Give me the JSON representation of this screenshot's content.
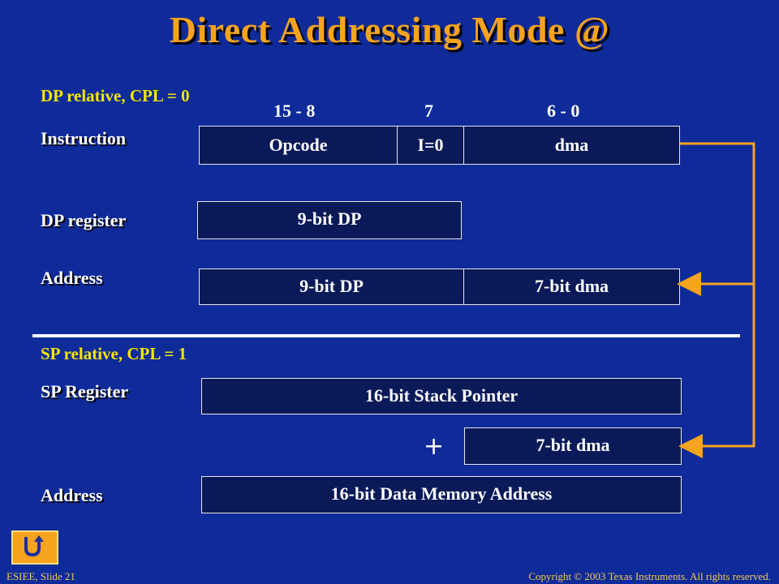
{
  "title": "Direct Addressing Mode @",
  "dp_section": {
    "heading": "DP relative, CPL = 0",
    "bit_ranges": [
      "15 - 8",
      "7",
      "6 - 0"
    ],
    "instruction": {
      "label": "Instruction",
      "fields": [
        "Opcode",
        "I=0",
        "dma"
      ]
    },
    "dp_register": {
      "label": "DP register",
      "field": "9-bit DP"
    },
    "address": {
      "label": "Address",
      "fields": [
        "9-bit DP",
        "7-bit dma"
      ]
    }
  },
  "sp_section": {
    "heading": "SP relative, CPL = 1",
    "sp_register": {
      "label": "SP Register",
      "field": "16-bit Stack Pointer"
    },
    "plus": "+",
    "dma_field": "7-bit dma",
    "address": {
      "label": "Address",
      "field": "16-bit Data Memory Address"
    }
  },
  "footer": {
    "left": "ESIEE, Slide 21",
    "right": "Copyright © 2003 Texas Instruments. All rights reserved."
  },
  "home_icon": "u-turn-arrow-icon",
  "colors": {
    "background": "#0f2b9a",
    "title": "#f6a31e",
    "section_heading": "#f3e600",
    "box_fill": "#0a1a58",
    "connector": "#f6a31e"
  }
}
